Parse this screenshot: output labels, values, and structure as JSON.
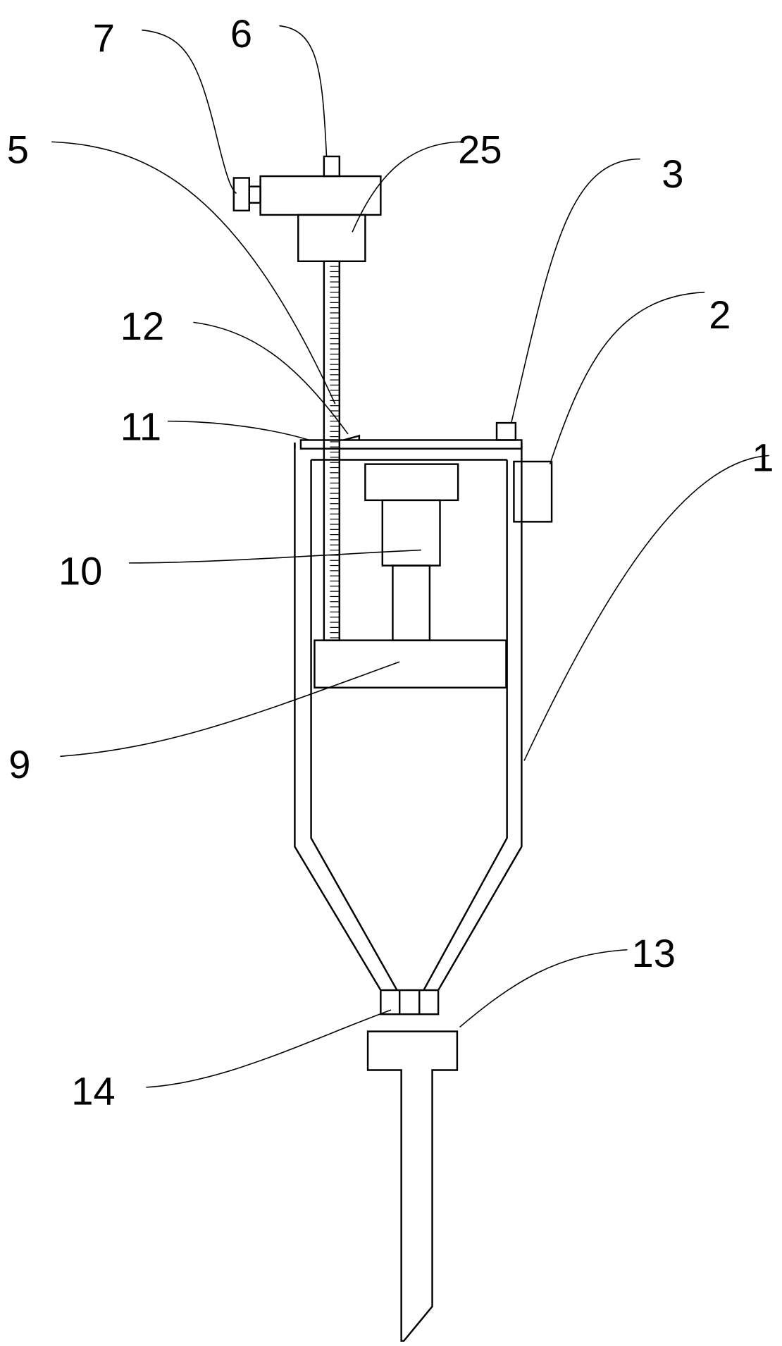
{
  "labels": {
    "l1": "1",
    "l2": "2",
    "l3": "3",
    "l5": "5",
    "l6": "6",
    "l7": "7",
    "l9": "9",
    "l10": "10",
    "l11": "11",
    "l12": "12",
    "l13": "13",
    "l14": "14",
    "l25": "25"
  }
}
